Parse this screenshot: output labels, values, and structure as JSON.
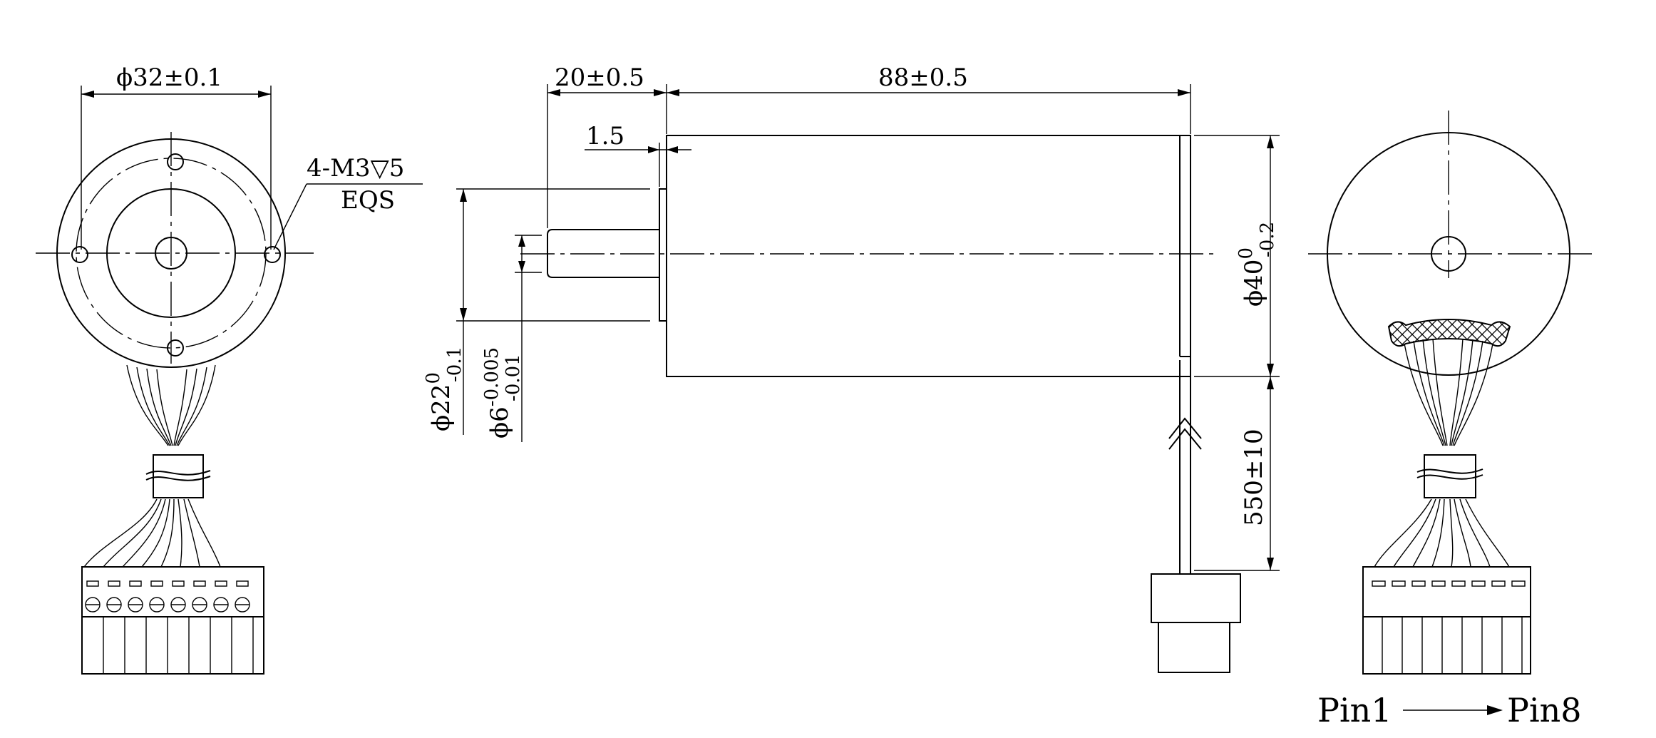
{
  "front_view": {
    "bolt_circle_dim": "ϕ32±0.1",
    "hole_spec_line1": "4-M3",
    "hole_depth_symbol": "▽",
    "hole_depth": "5",
    "hole_spec_line2": "EQS"
  },
  "side_view": {
    "shaft_length_dim": "20±0.5",
    "body_length_dim": "88±0.5",
    "flange_dim": "1.5",
    "body_dia_prefix": "ϕ40",
    "body_dia_upper": "0",
    "body_dia_lower": "-0.2",
    "pilot_dia_prefix": "ϕ22",
    "pilot_dia_upper": "0",
    "pilot_dia_lower": "-0.1",
    "shaft_dia_prefix": "ϕ6",
    "shaft_dia_upper": "-0.005",
    "shaft_dia_lower": "-0.01",
    "lead_length_dim": "550±10"
  },
  "rear_view": {
    "pin_start": "Pin1",
    "pin_end": "Pin8"
  }
}
